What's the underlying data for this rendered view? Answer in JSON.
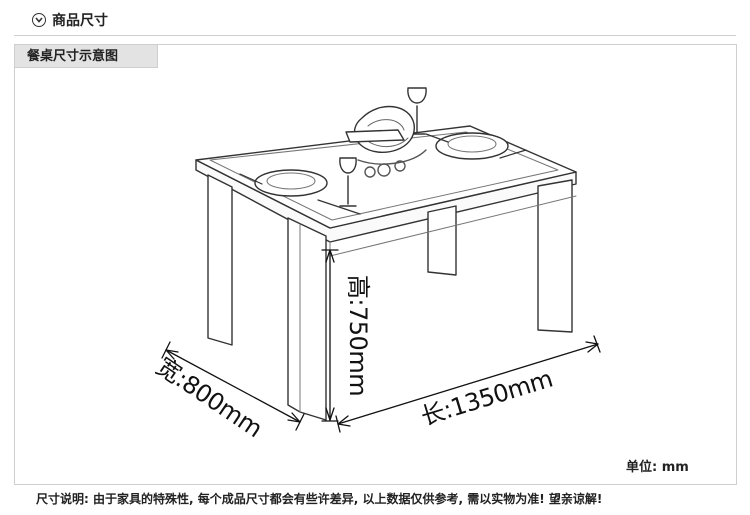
{
  "header": {
    "title": "商品尺寸",
    "icon": "chevron-down-icon"
  },
  "panel": {
    "tab_label": "餐桌尺寸示意图"
  },
  "dimensions": {
    "height": "高:750mm",
    "width": "宽:800mm",
    "length": "长:1350mm"
  },
  "unit_label": "单位: mm",
  "note": {
    "label": "尺寸说明:",
    "text": "由于家具的特殊性, 每个成品尺寸都会有些许差异, 以上数据仅供参考, 需以实物为准! 望亲谅解!"
  }
}
